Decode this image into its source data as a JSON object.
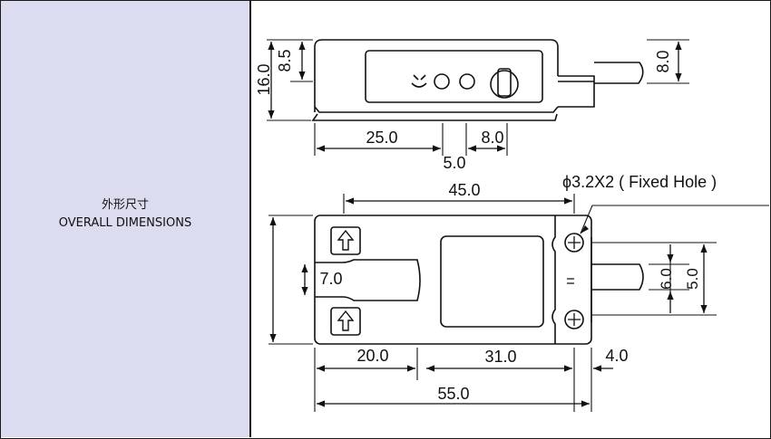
{
  "panel": {
    "title_cn": "外形尺寸",
    "title_en": "OVERALL DIMENSIONS"
  },
  "top_view": {
    "dim_height": "16.0",
    "dim_upper": "8.5",
    "dim_cable": "8.0",
    "dim_length": "25.0",
    "dim_gap": "5.0",
    "dim_pitch": "8.0"
  },
  "front_view": {
    "hole_note": "ϕ3.2X2 ( Fixed Hole )",
    "dim_hole_span": "45.0",
    "dim_slot": "7.0",
    "dim_cable_inner": "6.0",
    "dim_cable_outer": "5.0",
    "dim_left": "20.0",
    "dim_mid": "31.0",
    "dim_right": "4.0",
    "dim_total": "55.0"
  },
  "colors": {
    "line": "#111111",
    "panel": "#dcdcf0"
  },
  "icons": [
    "up-arrow-icon",
    "screw-hole-icon",
    "indicator-icon"
  ]
}
